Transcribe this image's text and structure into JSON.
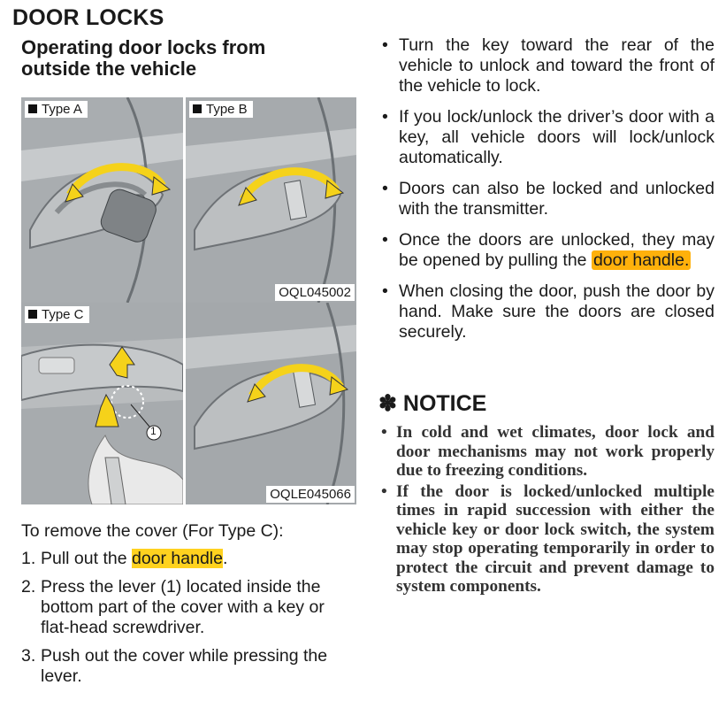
{
  "section_title": "DOOR LOCKS",
  "subsection_title": "Operating door locks from outside the vehicle",
  "figures": {
    "type_a_label": "Type A",
    "type_b_label": "Type B",
    "type_c_label": "Type C",
    "code_top": "OQL045002",
    "code_bottom": "OQLE045066",
    "callout_number": "1"
  },
  "cover_removal": {
    "intro": "To remove the cover (For Type C):",
    "steps": [
      {
        "num": "1.",
        "before": "Pull out the ",
        "highlight": "door handle",
        "after": "."
      },
      {
        "num": "2.",
        "text": "Press the lever (1) located inside the bottom part of the cover with a key or flat-head screwdriver."
      },
      {
        "num": "3.",
        "text": "Push out the cover while pressing the lever."
      }
    ]
  },
  "bullets": [
    {
      "text": "Turn the key toward the rear of the vehicle to unlock and toward the front of the vehicle to lock."
    },
    {
      "text": "If you lock/unlock the driver’s door with a key, all vehicle doors will lock/unlock automatically."
    },
    {
      "text": "Doors can also be locked and unlocked with the transmitter."
    },
    {
      "before": "Once the doors are unlocked, they may be opened by pulling the ",
      "highlight": "door handle."
    },
    {
      "text": "When closing the door, push the door by hand. Make sure the doors are closed securely."
    }
  ],
  "bullet_symbol": "•",
  "notice": {
    "title": "✽ NOTICE",
    "items": [
      "In cold and wet climates, door lock and door mechanisms may not work properly due to freezing conditions.",
      "If the door is locked/unlocked multiple times in rapid succession with either the vehicle key or door lock switch, the system may stop operating temporarily in order to protect the circuit and prevent damage to system components."
    ]
  },
  "colors": {
    "highlight_yellow": "#ffd21f",
    "highlight_orange": "#ffb10b",
    "arrow_yellow": "#f5d21a"
  }
}
